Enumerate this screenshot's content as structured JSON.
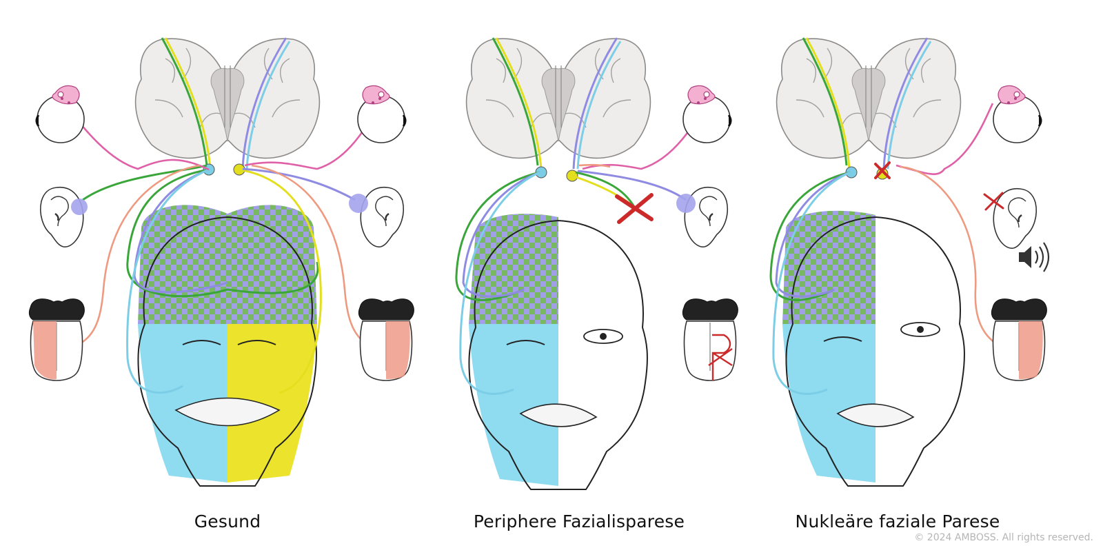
{
  "panels": [
    {
      "label": "Gesund",
      "state": "healthy"
    },
    {
      "label": "Periphere Fazialisparese",
      "state": "peripheral",
      "lesion": "right peripheral facial nerve",
      "affected_side": "right"
    },
    {
      "label": "Nukleäre faziale Parese",
      "state": "nuclear",
      "lesion": "right facial nucleus",
      "affected_side": "right"
    }
  ],
  "copyright": "© 2024 AMBOSS. All rights reserved.",
  "colors": {
    "brain": "#eeeceb",
    "brain_inner": "#cfcccb",
    "pathway_green": "#3aa63a",
    "pathway_yellow": "#e3df1e",
    "pathway_lavender": "#8f8be3",
    "pathway_lightblue": "#7ccde6",
    "lacrimal_pink": "#e060a8",
    "taste_salmon": "#ee9a80",
    "forehead_checker_green": "#78b860",
    "forehead_checker_lavender": "#a09fe8",
    "lower_face_lightblue": "#8fdbf0",
    "lower_face_yellow": "#ece42c",
    "lesion_red": "#cc2a2a",
    "stapedius_blob": "#a3a3ec",
    "tongue_taste": "#ee9a88"
  },
  "icons": [
    "brain-icon",
    "eye-icon",
    "lacrimal-gland-icon",
    "ear-icon",
    "tongue-icon",
    "face-icon",
    "lesion-x-icon",
    "speaker-icon"
  ]
}
